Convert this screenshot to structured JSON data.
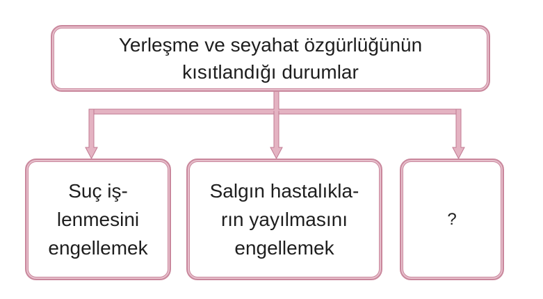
{
  "diagram": {
    "type": "tree",
    "root": {
      "label": "Yerleşme ve seyahat özgürlüğünün\nkısıtlandığı durumlar"
    },
    "children": [
      {
        "label": "Suç iş-\nlenmesini\nengellemek"
      },
      {
        "label": "Salgın hastalıkla-\nrın yayılmasını\nengellemek"
      },
      {
        "label": "?"
      }
    ],
    "colors": {
      "border_outer": "#c9879c",
      "border_inner": "#e7bfcc",
      "connector_fill": "#e4b3c2",
      "connector_stroke": "#c07a92",
      "text": "#1e1e1e",
      "background": "#ffffff"
    }
  }
}
